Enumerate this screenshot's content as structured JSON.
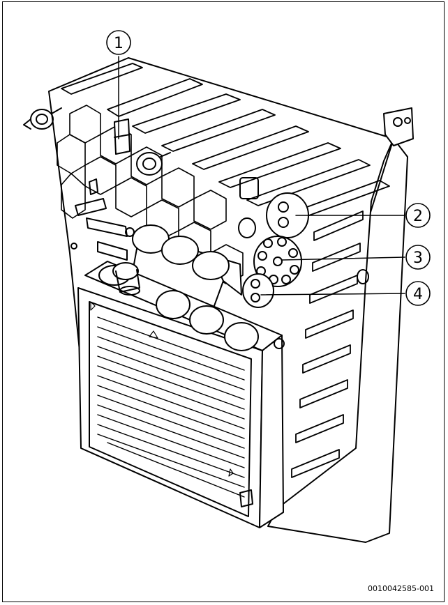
{
  "figure": {
    "reference_code": "0010042585-001",
    "line_color": "#000000",
    "fill_color": "#ffffff",
    "callouts": [
      {
        "number": "1"
      },
      {
        "number": "2"
      },
      {
        "number": "3"
      },
      {
        "number": "4"
      }
    ]
  }
}
